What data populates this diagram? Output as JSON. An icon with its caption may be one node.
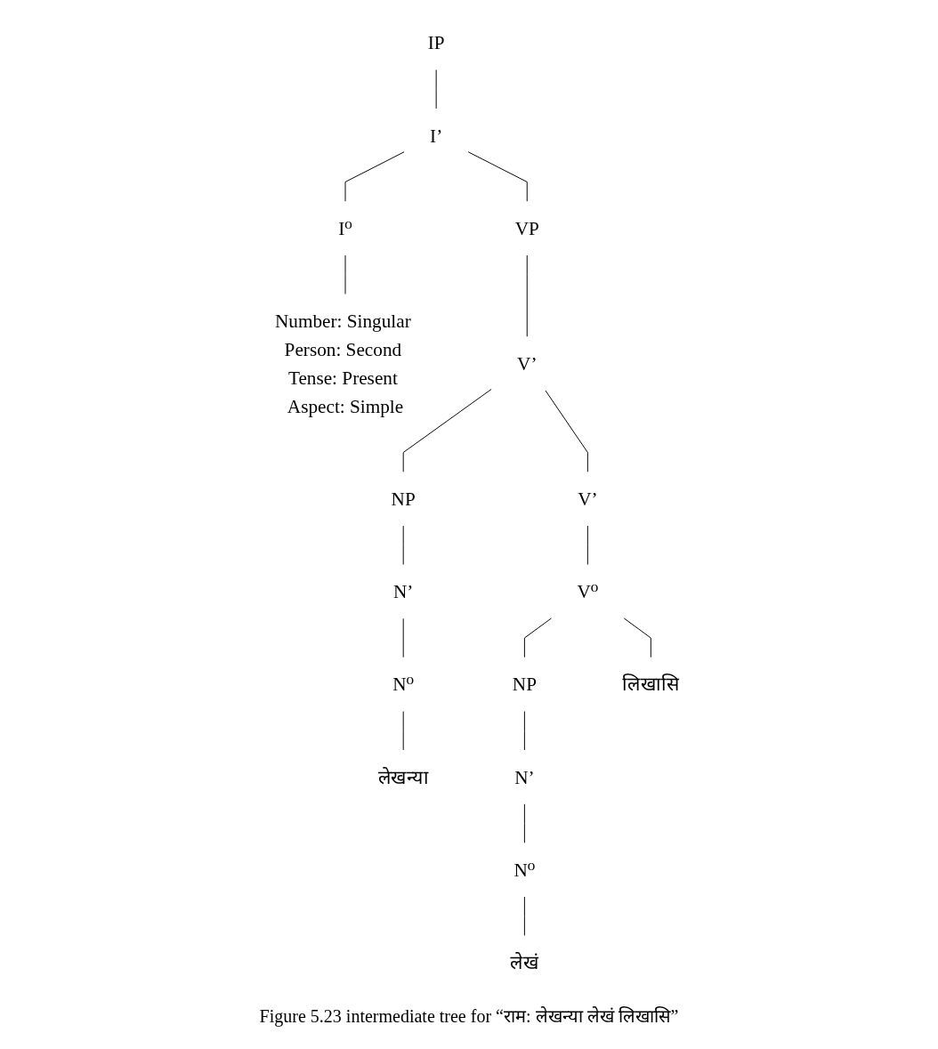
{
  "diagram": {
    "caption": "Figure 5.23 intermediate tree for “राम: लेखन्या लेखं लिखासि”",
    "nodes": [
      {
        "text": [
          "IP"
        ]
      },
      {
        "text": [
          "I’"
        ]
      },
      {
        "text": [
          "VP"
        ]
      },
      {
        "text": [
          "I⁰"
        ]
      },
      {
        "text": [
          "Number: Singular Person: Second Tense: Present Aspect: Simple"
        ]
      },
      {
        "text": [
          "V’"
        ]
      },
      {
        "text": [
          "NP"
        ]
      },
      {
        "text": [
          "V’"
        ]
      },
      {
        "text": [
          "N’"
        ]
      },
      {
        "text": [
          "V⁰"
        ]
      },
      {
        "text": [
          "N⁰"
        ]
      },
      {
        "text": [
          "NP"
        ]
      },
      {
        "text": [
          "लिखासि"
        ]
      },
      {
        "text": [
          "लेखन्या"
        ]
      },
      {
        "text": [
          "N’"
        ]
      },
      {
        "text": [
          "N⁰"
        ]
      },
      {
        "text": [
          "लेखं"
        ]
      }
    ],
    "edges": [
      {
        "from": 0,
        "to": 1,
        "arrow": "none"
      },
      {
        "from": 1,
        "to": 2,
        "arrow": "none"
      },
      {
        "from": 1,
        "to": 3,
        "arrow": "none"
      },
      {
        "from": 3,
        "to": 4,
        "arrow": "none"
      },
      {
        "from": 2,
        "to": 5,
        "arrow": "none"
      },
      {
        "from": 5,
        "to": 6,
        "arrow": "none"
      },
      {
        "from": 5,
        "to": 7,
        "arrow": "none"
      },
      {
        "from": 6,
        "to": 8,
        "arrow": "none"
      },
      {
        "from": 7,
        "to": 9,
        "arrow": "none"
      },
      {
        "from": 8,
        "to": 10,
        "arrow": "none"
      },
      {
        "from": 9,
        "to": 11,
        "arrow": "none"
      },
      {
        "from": 9,
        "to": 12,
        "arrow": "none"
      },
      {
        "from": 10,
        "to": 13,
        "arrow": "none"
      },
      {
        "from": 11,
        "to": 14,
        "arrow": "none"
      },
      {
        "from": 14,
        "to": 15,
        "arrow": "none"
      },
      {
        "from": 15,
        "to": 16,
        "arrow": "none"
      }
    ]
  }
}
